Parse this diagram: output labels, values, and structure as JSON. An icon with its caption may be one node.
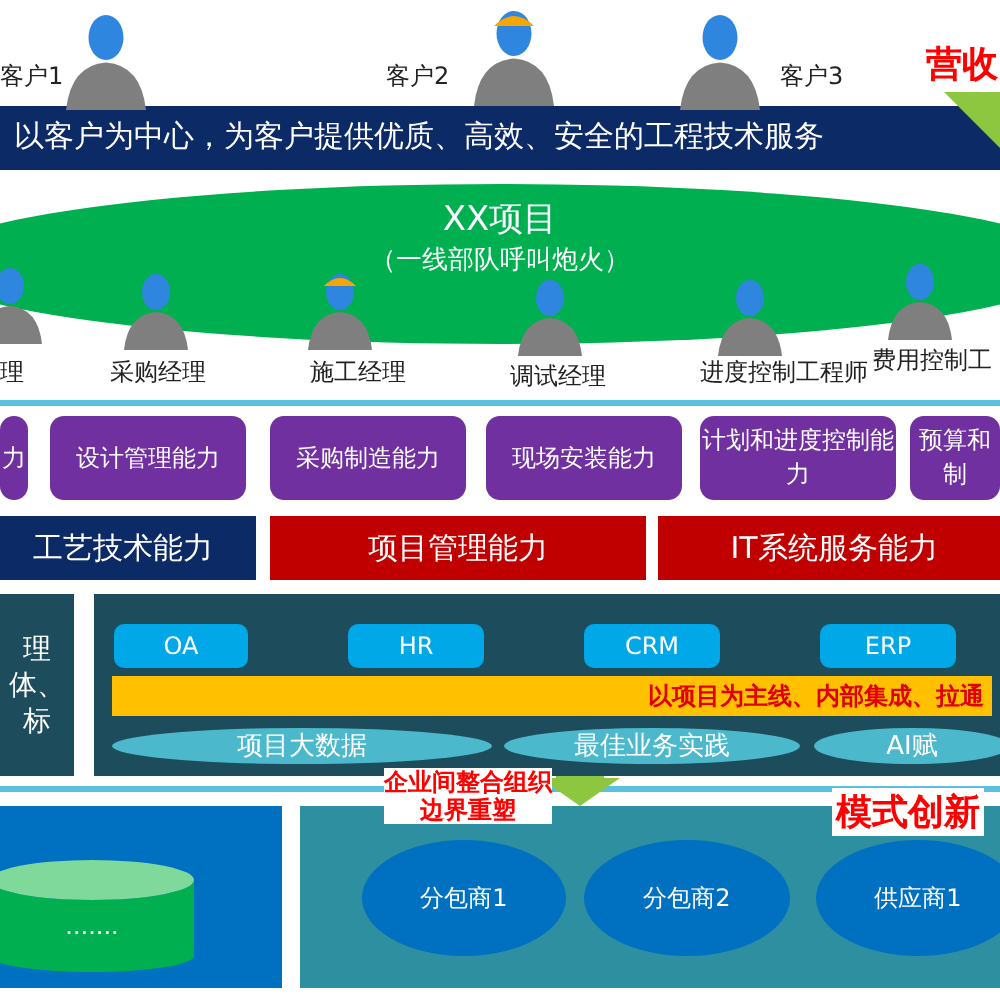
{
  "diagram": {
    "nodes": [
      {
        "text": [
          "以客户为中心，为客户提供优质、高效、安全的工程技术服务"
        ]
      },
      {
        "text": [
          "XX项目",
          "（一线部队呼叫炮火）"
        ]
      },
      {
        "text": [
          "力"
        ]
      },
      {
        "text": [
          "设计管理能力"
        ]
      },
      {
        "text": [
          "采购制造能力"
        ]
      },
      {
        "text": [
          "现场安装能力"
        ]
      },
      {
        "text": [
          "计划和进度控制能力"
        ]
      },
      {
        "text": [
          "预算和制"
        ]
      },
      {
        "text": [
          "工艺技术能力"
        ]
      },
      {
        "text": [
          "项目管理能力"
        ]
      },
      {
        "text": [
          "IT系统服务能力"
        ]
      },
      {
        "text": [
          "理体、标"
        ]
      },
      {
        "text": [],
        "shape": "box"
      },
      {
        "text": [
          "OA"
        ],
        "in": 12
      },
      {
        "text": [
          "HR"
        ],
        "in": 12
      },
      {
        "text": [
          "CRM"
        ],
        "in": 12
      },
      {
        "text": [
          "ERP"
        ],
        "in": 12
      },
      {
        "text": [
          "以项目为主线、内部集成、拉通"
        ],
        "in": 12
      },
      {
        "text": [
          "项目大数据"
        ],
        "in": 12
      },
      {
        "text": [
          "最佳业务实践"
        ],
        "in": 12
      },
      {
        "text": [
          "AI赋"
        ],
        "in": 12
      },
      {
        "text": [],
        "shape": "box"
      },
      {
        "text": [
          "......."
        ],
        "in": 21
      },
      {
        "text": [],
        "shape": "box"
      },
      {
        "text": [
          "分包商1"
        ],
        "in": 23
      },
      {
        "text": [
          "分包商2"
        ],
        "in": 23
      },
      {
        "text": [
          "供应商1"
        ],
        "in": 23
      }
    ],
    "edges": [
      {
        "from": 12,
        "to": 23,
        "arrow": "to",
        "label": "企业间整合组织边界重塑",
        "style": "thick",
        "color": "#8dc63f"
      }
    ],
    "labels": [
      "客户1",
      "客户2",
      "客户3",
      "营收",
      "理",
      "采购经理",
      "施工经理",
      "调试经理",
      "进度控制工程师",
      "费用控制工",
      "模式创新"
    ]
  }
}
